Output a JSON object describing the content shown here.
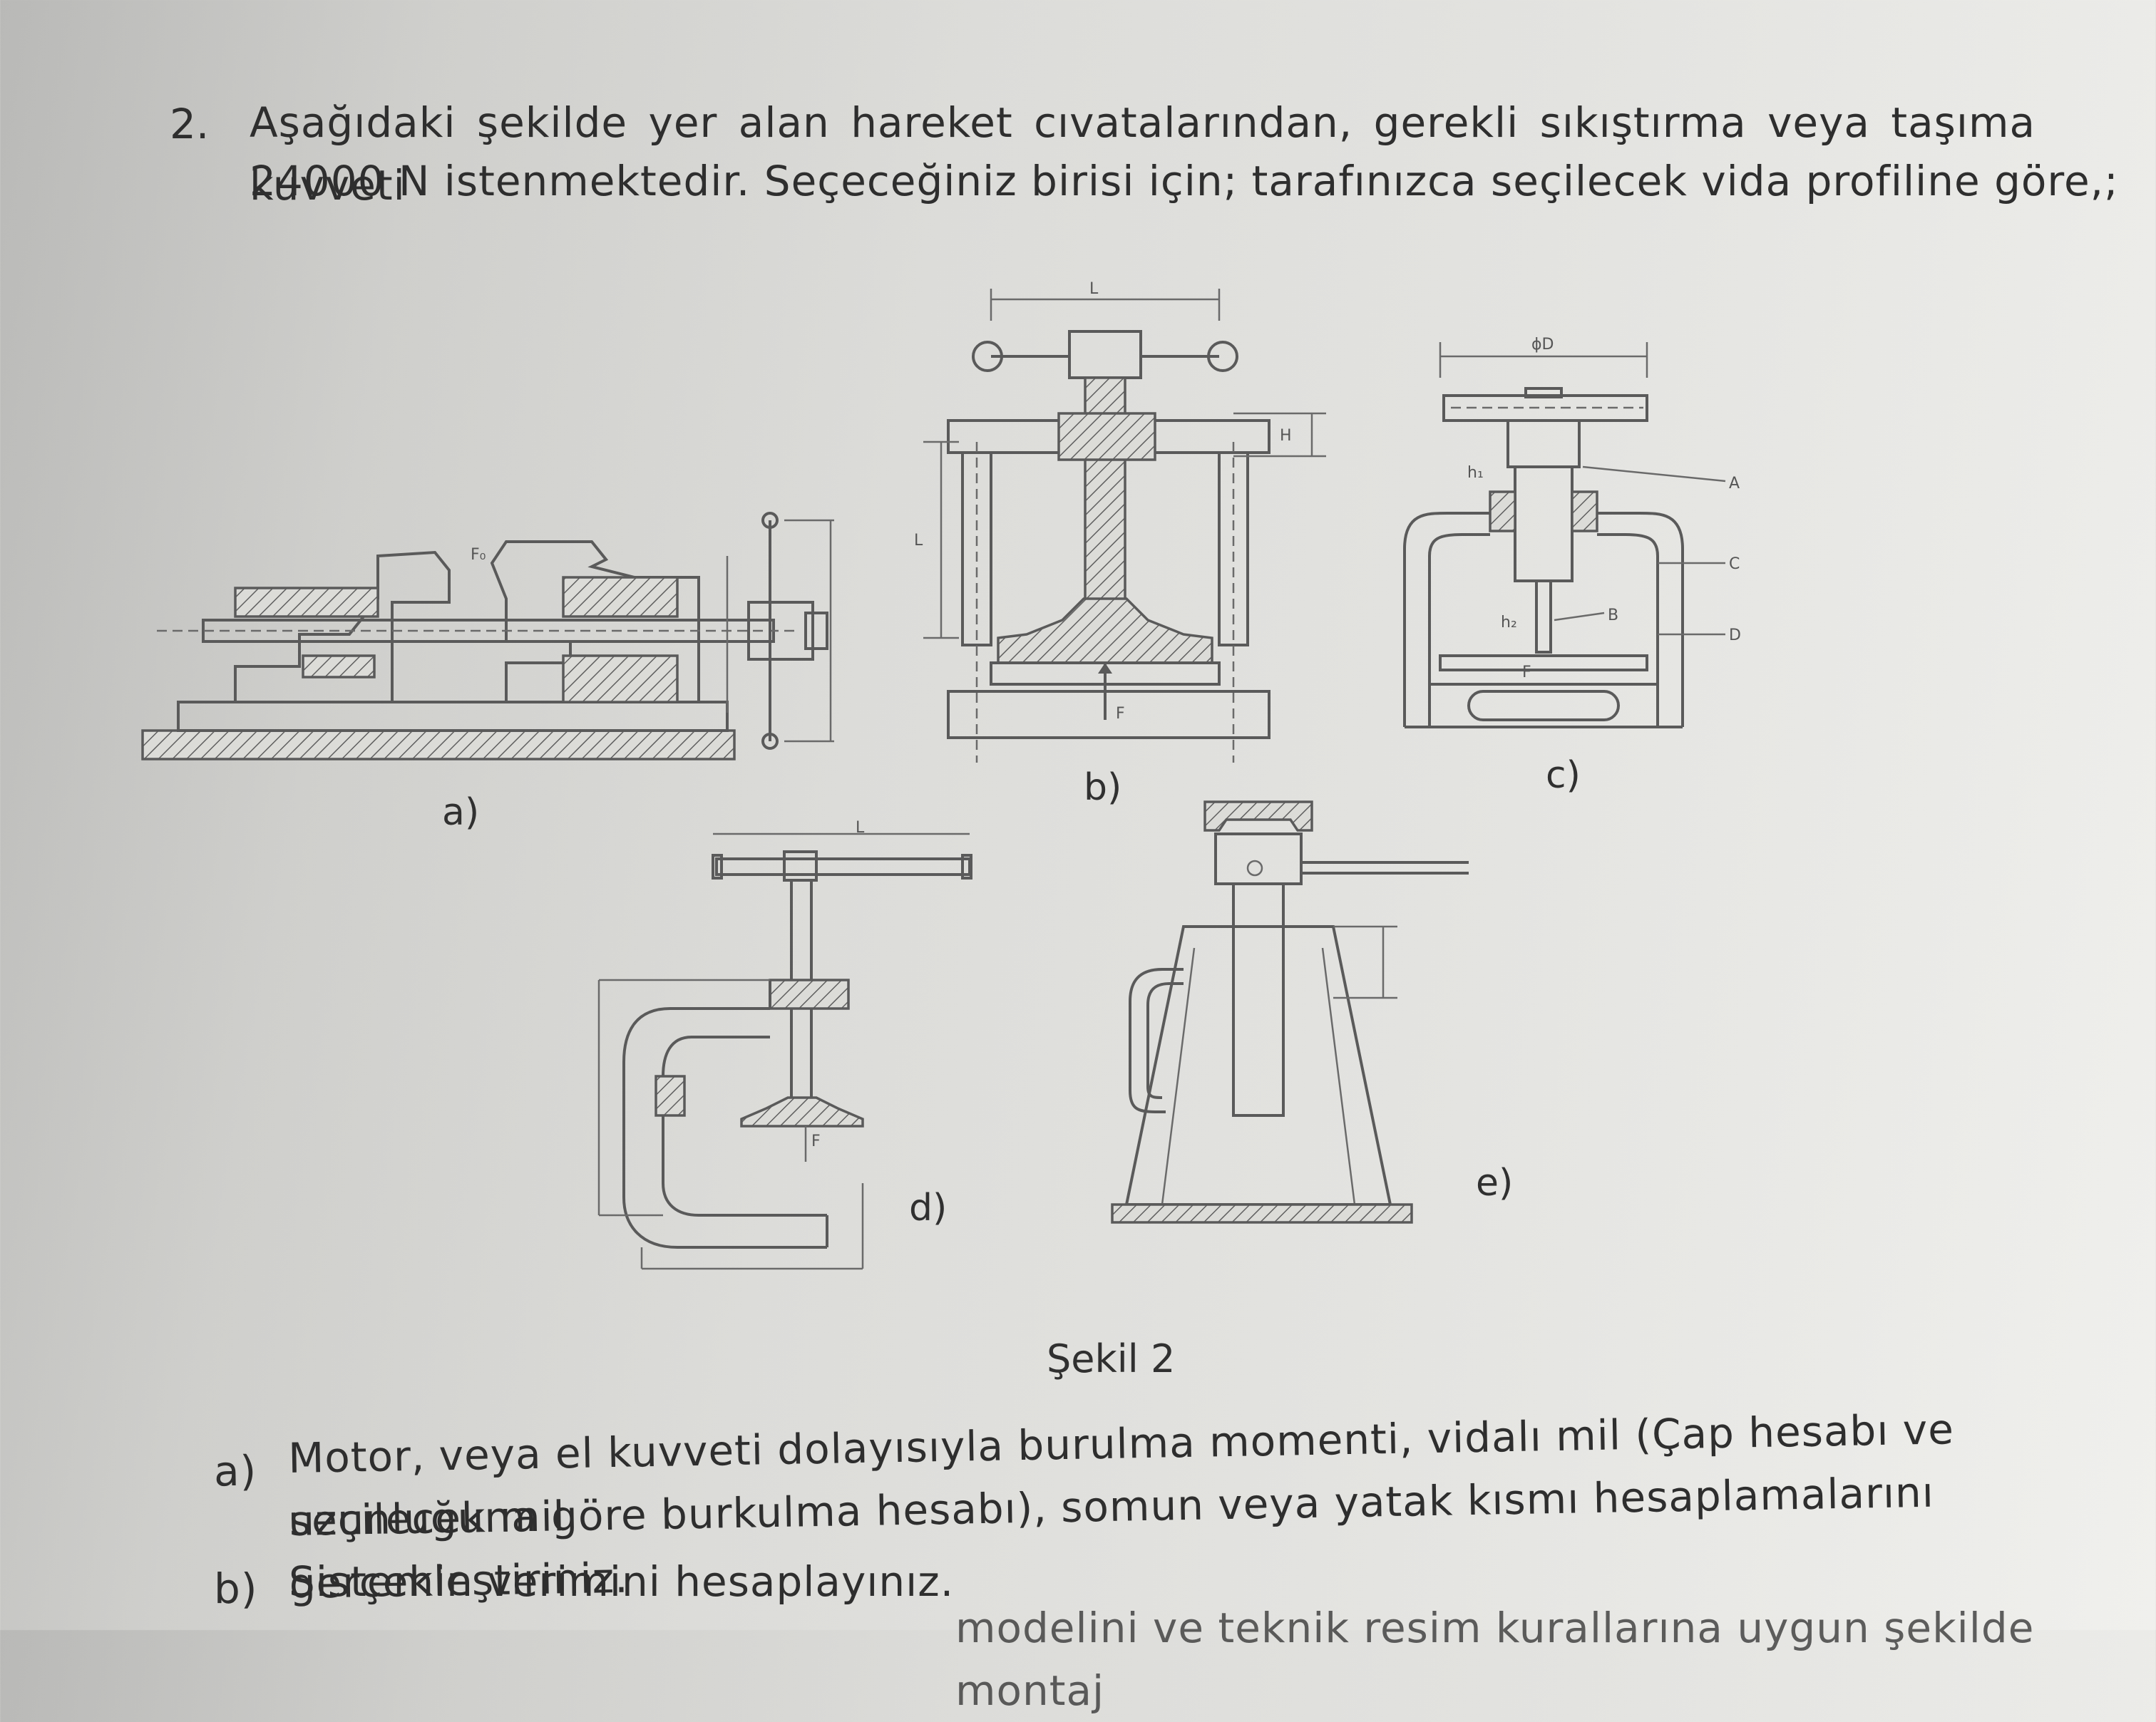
{
  "question": {
    "number": "2.",
    "line1": "Aşağıdaki şekilde yer alan hareket cıvatalarından, gerekli sıkıştırma veya taşıma kuvveti",
    "line2": "24000 N istenmektedir. Seçeceğiniz birisi için; tarafınızca seçilecek vida profiline göre,;"
  },
  "figure": {
    "labels": {
      "a": "a)",
      "b": "b)",
      "c": "c)",
      "d": "d)",
      "e": "e)"
    },
    "caption": "Şekil 2",
    "dim_labels": {
      "b_L_top": "L",
      "b_L_side": "L",
      "b_H": "H",
      "b_F": "F",
      "a_F": "F₀",
      "c_D": "ϕD",
      "c_h1": "h₁",
      "c_h2": "h₂",
      "c_A": "A",
      "c_B": "B",
      "c_C": "C",
      "c_D2": "D",
      "c_F": "F",
      "d_L": "L",
      "d_F": "F"
    }
  },
  "items": [
    {
      "letter": "a)",
      "line1": "Motor, veya el kuvveti dolayısıyla burulma momenti, vidalı mil (Çap hesabı ve seçilecek mil",
      "line2": "uzunluğuna göre burkulma hesabı), somun veya yatak kısmı hesaplamalarını gerçekleştiriniz."
    },
    {
      "letter": "b)",
      "line1": "Sistemin verimini hesaplayınız."
    },
    {
      "partial": "modelini ve teknik resim kurallarına uygun şekilde montaj"
    }
  ]
}
